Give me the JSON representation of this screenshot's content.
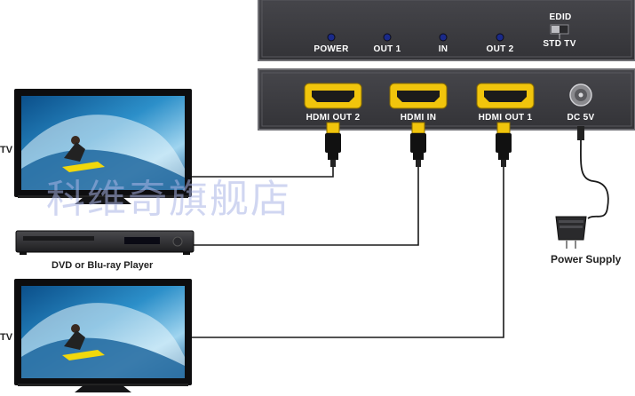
{
  "top_panel": {
    "labels": {
      "power": "POWER",
      "out1": "OUT 1",
      "in": "IN",
      "out2": "OUT 2",
      "edid": "EDID",
      "std_tv": "STD TV"
    }
  },
  "bottom_panel": {
    "ports": {
      "hdmi_out2": "HDMI OUT 2",
      "hdmi_in": "HDMI IN",
      "hdmi_out1": "HDMI OUT 1",
      "dc": "DC 5V"
    }
  },
  "devices": {
    "tv_top_label": "TV",
    "tv_bottom_label": "TV",
    "player_label": "DVD or Blu-ray Player",
    "power_label": "Power Supply"
  },
  "watermark": "科维奇旗舰店",
  "colors": {
    "panel": "#3b3b3f",
    "panel_border": "#6f6f74",
    "hdmi_gold": "#f1c50c",
    "led_blue": "#1a2a8a",
    "cable": "#1a1a1a"
  }
}
